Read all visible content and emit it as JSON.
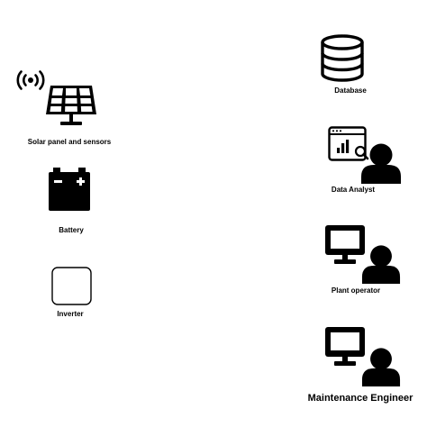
{
  "diagram": {
    "left_column": [
      {
        "id": "solar",
        "label": "Solar panel and sensors",
        "icons": [
          "wireless-signal-icon",
          "solar-panel-icon"
        ]
      },
      {
        "id": "battery",
        "label": "Battery",
        "icons": [
          "battery-icon"
        ]
      },
      {
        "id": "inverter",
        "label": "Inverter",
        "icons": [
          "inverter-box-icon"
        ]
      }
    ],
    "right_column": [
      {
        "id": "database",
        "label": "Database",
        "icons": [
          "database-icon"
        ]
      },
      {
        "id": "analyst",
        "label": "Data Analyst",
        "icons": [
          "analytics-screen-icon",
          "person-icon"
        ]
      },
      {
        "id": "operator",
        "label": "Plant operator",
        "icons": [
          "monitor-icon",
          "person-icon"
        ]
      },
      {
        "id": "engineer",
        "label": "Maintenance Engineer",
        "icons": [
          "monitor-icon",
          "person-icon"
        ]
      }
    ]
  },
  "colors": {
    "icon": "#000000",
    "background": "#ffffff"
  }
}
